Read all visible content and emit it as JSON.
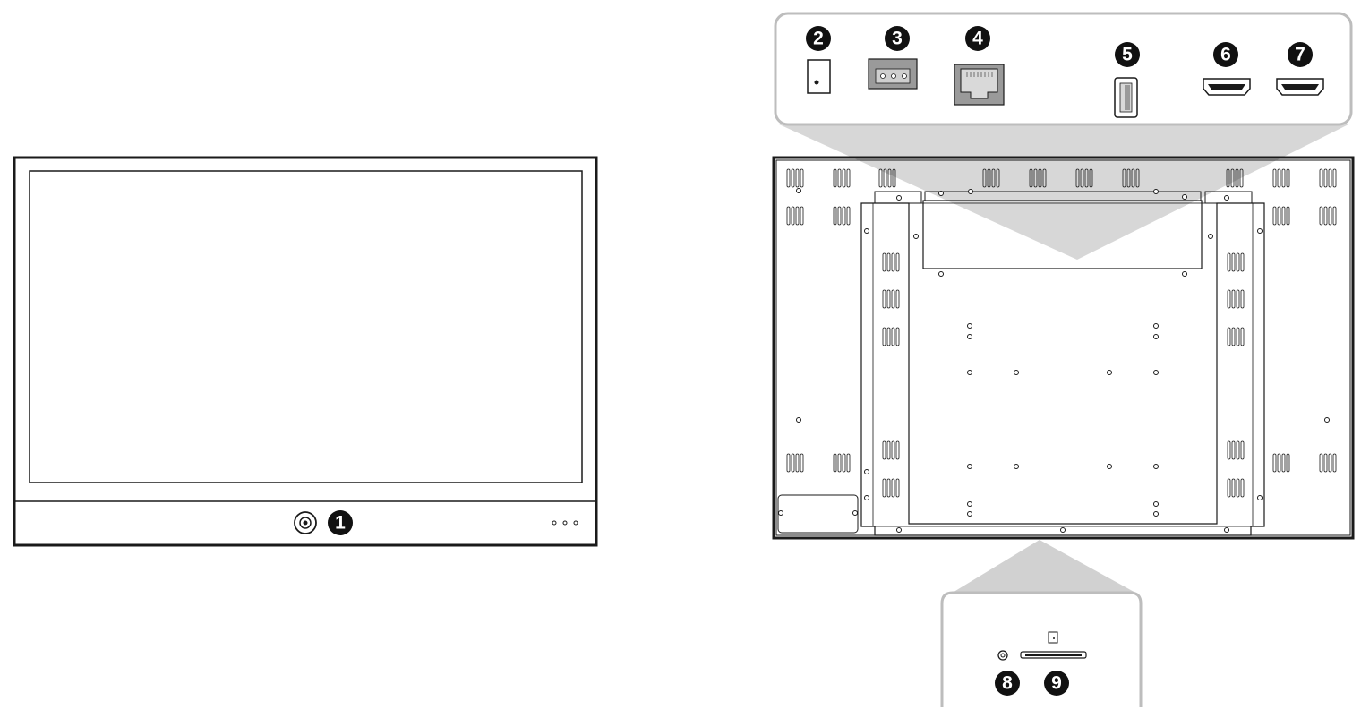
{
  "callouts": [
    {
      "label": "1",
      "part": "power-button"
    },
    {
      "label": "2",
      "part": "dc-power-jack"
    },
    {
      "label": "3",
      "part": "terminal-block-connector"
    },
    {
      "label": "4",
      "part": "ethernet-port"
    },
    {
      "label": "5",
      "part": "usb-port"
    },
    {
      "label": "6",
      "part": "hdmi-port"
    },
    {
      "label": "7",
      "part": "hdmi-port"
    },
    {
      "label": "8",
      "part": "reset-button"
    },
    {
      "label": "9",
      "part": "sd-card-slot"
    }
  ],
  "colors": {
    "outline": "#1a1a1a",
    "callout_fill": "#111111",
    "callout_text": "#ffffff",
    "panel_border": "#bdbdbd",
    "highlight": "#c9c9c9",
    "port_gray": "#9a9a9a"
  }
}
